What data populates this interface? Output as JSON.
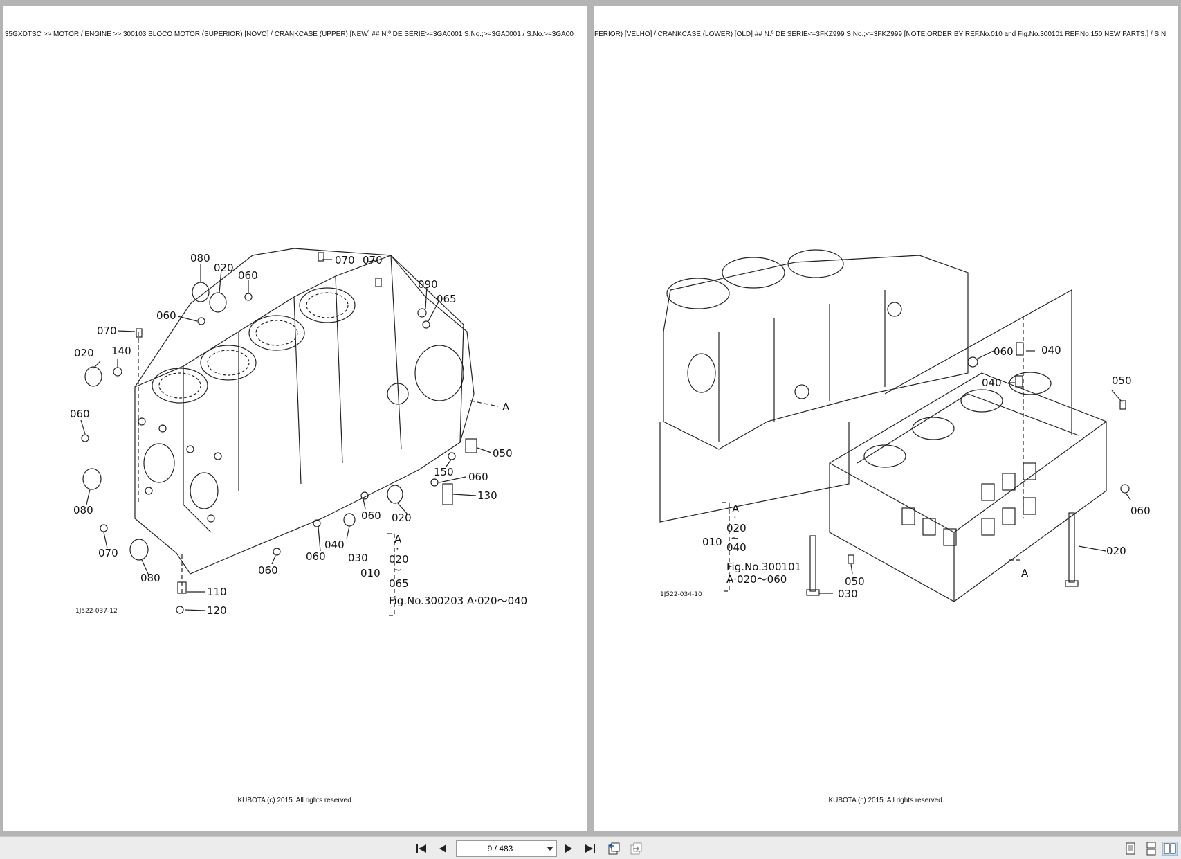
{
  "viewer": {
    "current_page": "9 / 483",
    "page_number": 9,
    "total_pages": 483
  },
  "pages": {
    "left": {
      "header": "35GXDTSC >> MOTOR / ENGINE >> 300103   BLOCO MOTOR (SUPERIOR) [NOVO] / CRANKCASE (UPPER) [NEW] ## N.º DE SÉRIE>=3GA0001 S.No.;>=3GA0001 / S.No.>=3GA00",
      "footer": "KUBOTA (c) 2015. All rights reserved.",
      "drawing_code": "1J522-037-12",
      "callouts": [
        "080",
        "020",
        "060",
        "070",
        "070",
        "090",
        "065",
        "060",
        "070",
        "020",
        "140",
        "060",
        "080",
        "070",
        "080",
        "050",
        "150",
        "060",
        "130",
        "060",
        "020",
        "040",
        "060",
        "030",
        "060",
        "110",
        "120"
      ],
      "legend": {
        "a": "A",
        "dot": "·",
        "from": "020",
        "tilde": "~",
        "to": "065",
        "ref": "010",
        "fig": "Fig.No.300203  A·020～040",
        "point_a": "A"
      }
    },
    "right": {
      "header": "FERIOR) [VELHO] / CRANKCASE (LOWER) [OLD] ## N.º DE SÉRIE<=3FKZ999 S.No.;<=3FKZ999 [NOTE:ORDER BY REF.No.010 and Fig.No.300101 REF.No.150 NEW PARTS.] / S.N",
      "footer": "KUBOTA (c) 2015. All rights reserved.",
      "drawing_code": "1J522-034-10",
      "callouts": [
        "060",
        "040",
        "040",
        "050",
        "060",
        "020",
        "050",
        "030"
      ],
      "legend": {
        "a": "A",
        "dot": "·",
        "from": "020",
        "tilde": "~",
        "to": "040",
        "ref": "010",
        "fig": "Fig.No.300101",
        "fig2": "A·020～060",
        "point_a": "A"
      }
    }
  },
  "toolbar": {
    "icons": [
      "first-page-icon",
      "previous-page-icon",
      "next-page-icon",
      "last-page-icon",
      "go-back-icon",
      "go-forward-icon",
      "single-page-view-icon",
      "continuous-view-icon",
      "two-page-view-icon"
    ]
  }
}
